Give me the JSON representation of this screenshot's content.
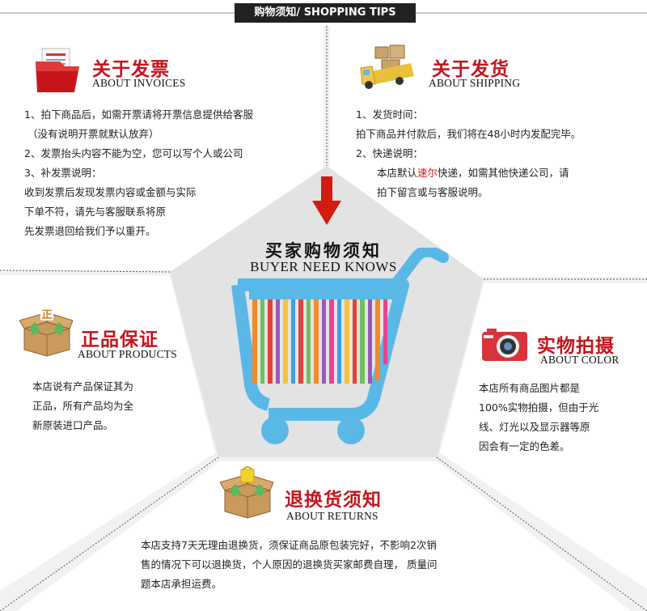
{
  "header": {
    "title": "购物须知/ SHOPPING TIPS"
  },
  "center": {
    "title_cn": "买家购物须知",
    "title_en": "BUYER NEED KNOWS"
  },
  "invoices": {
    "title_cn": "关于发票",
    "title_en": "ABOUT INVOICES",
    "lines": [
      "1、拍下商品后，如需开票请将开票信息提供给客服",
      "（没有说明开票就默认放弃）",
      "2、发票抬头内容不能为空，您可以写个人或公司",
      "3、补发票说明：",
      "收到发票后发现发票内容或金额与实际",
      "下单不符，请先与客服联系将原",
      "先发票退回给我们予以重开。"
    ]
  },
  "shipping": {
    "title_cn": "关于发货",
    "title_en": "ABOUT SHIPPING",
    "line1": "1、发货时间：",
    "line2": "拍下商品并付款后，我们将在48小时内发配完毕。",
    "line3": "2、快递说明：",
    "line4_pre": "本店默认",
    "line4_red": "速尔",
    "line4_post": "快递，如需其他快递公司，请",
    "line5": "拍下留言或与客服说明。"
  },
  "products": {
    "title_cn": "正品保证",
    "title_en": "ABOUT PRODUCTS",
    "badge": "正",
    "lines": [
      "本店说有产品保证其为",
      "正品，所有产品均为全",
      "新原装进口产品。"
    ]
  },
  "color": {
    "title_cn": "实物拍摄",
    "title_en": "ABOUT COLOR",
    "lines": [
      "本店所有商品图片都是",
      "100%实物拍摄，但由于光",
      "线、灯光以及显示器等原",
      "因会有一定的色差。"
    ]
  },
  "returns": {
    "title_cn": "退换货须知",
    "title_en": "ABOUT RETURNS",
    "lines": [
      "本店支持7天无理由退换货，须保证商品原包装完好，不影响2次销",
      "售的情况下可以退换货，个人原因的退换货买家邮费自理， 质量问",
      "题本店承担运费。"
    ]
  },
  "colors": {
    "accent_red": "#c4151c",
    "cart_blue": "#5ab8e6",
    "pentagon_gray": "#e3e3e3"
  }
}
